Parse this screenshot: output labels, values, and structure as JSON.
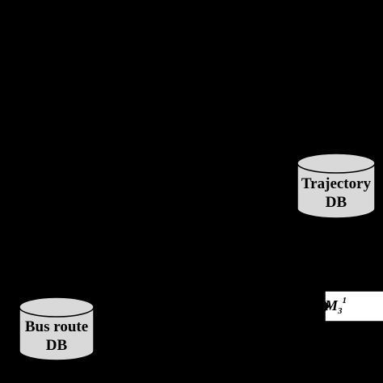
{
  "colors": {
    "background": "#000000",
    "cylinder_fill": "#d9d9d9",
    "cylinder_stroke": "#000000",
    "box_fill": "#ffffff",
    "text": "#000000"
  },
  "nodes": {
    "trajectory_db": {
      "line1": "Trajectory",
      "line2": "DB"
    },
    "bus_route_db": {
      "line1": "Bus route",
      "line2": "DB"
    },
    "m3_box": {
      "label": "M",
      "subscript": "3",
      "superscript": "1"
    }
  }
}
